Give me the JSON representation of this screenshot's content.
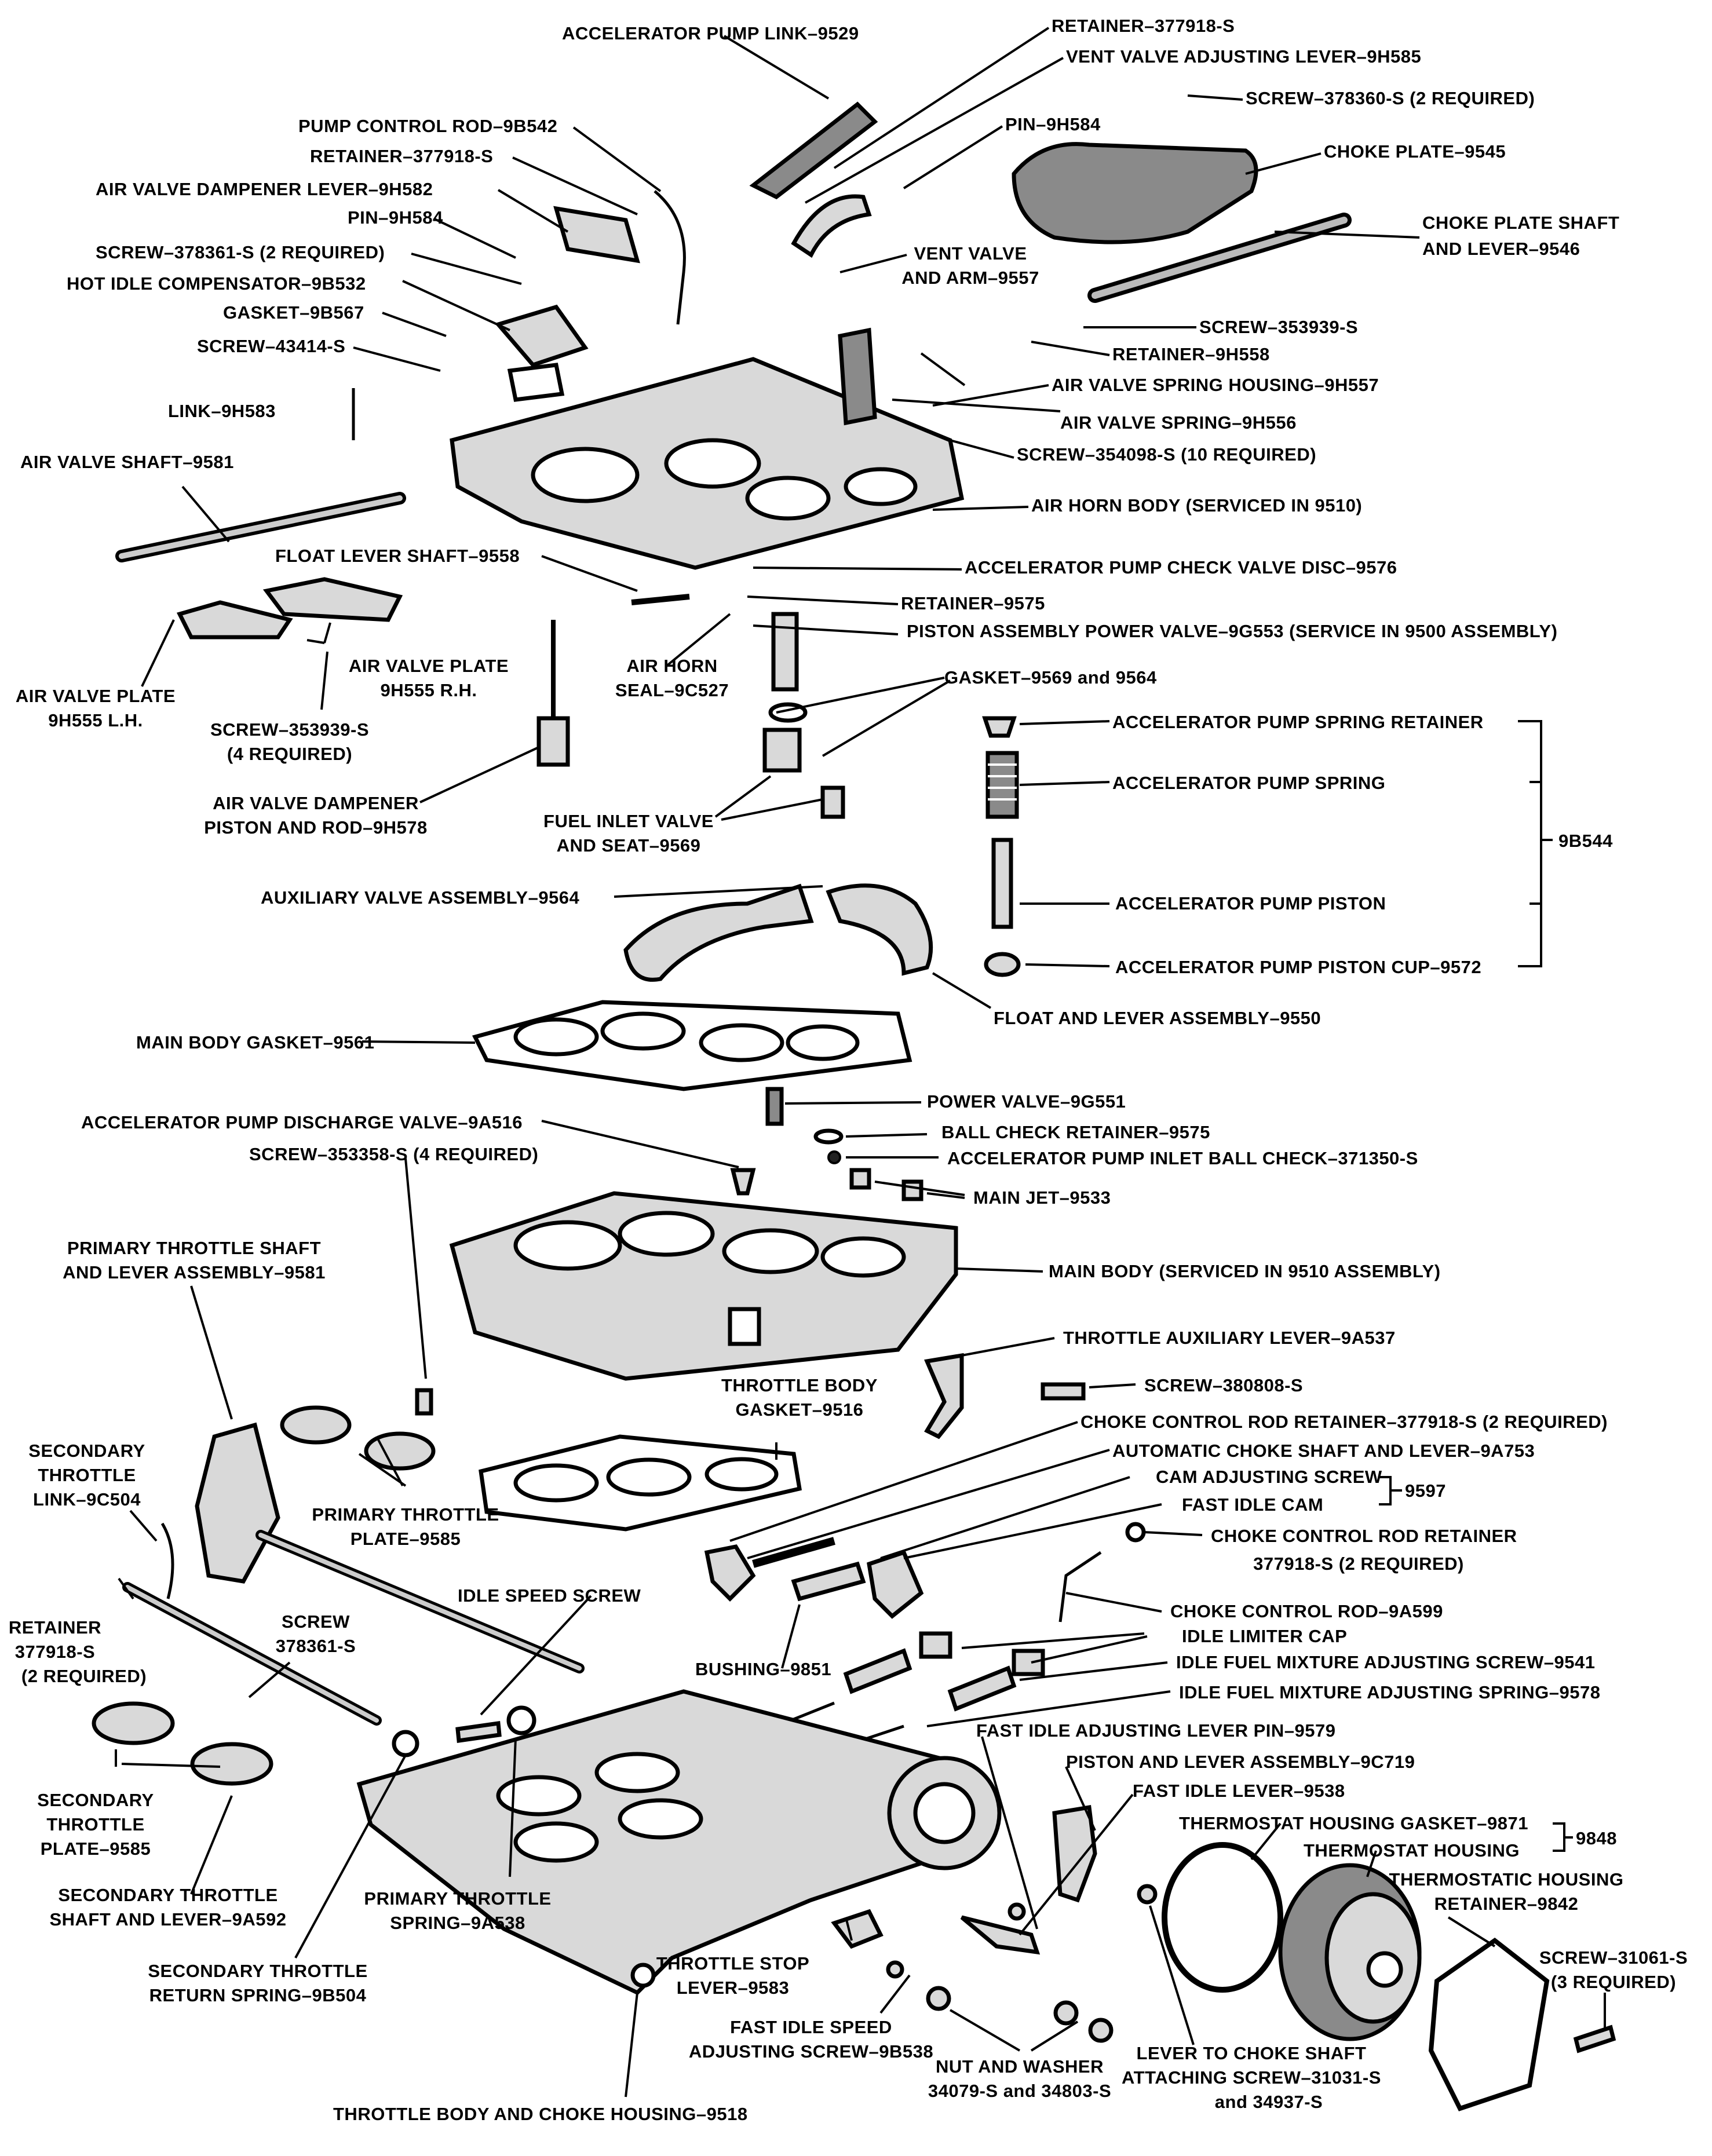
{
  "diagram": {
    "labels": {
      "accelerator_pump_link": "ACCELERATOR PUMP LINK–9529",
      "retainer_top": "RETAINER–377918-S",
      "vent_valve_adjusting_lever": "VENT VALVE ADJUSTING LEVER–9H585",
      "screw_378360": "SCREW–378360-S (2 REQUIRED)",
      "pump_control_rod": "PUMP CONTROL ROD–9B542",
      "pin_top": "PIN–9H584",
      "choke_plate": "CHOKE PLATE–9545",
      "retainer_left": "RETAINER–377918-S",
      "air_valve_dampener_lever": "AIR VALVE DAMPENER LEVER–9H582",
      "choke_plate_shaft_1": "CHOKE PLATE SHAFT",
      "choke_plate_shaft_2": "AND LEVER–9546",
      "pin_left": "PIN–9H584",
      "vent_valve_1": "VENT VALVE",
      "vent_valve_2": "AND ARM–9557",
      "screw_378361_top": "SCREW–378361-S (2 REQUIRED)",
      "hot_idle_compensator": "HOT IDLE COMPENSATOR–9B532",
      "gasket_9b567": "GASKET–9B567",
      "screw_353939_top": "SCREW–353939-S",
      "screw_43414": "SCREW–43414-S",
      "retainer_9h558": "RETAINER–9H558",
      "air_valve_spring_housing": "AIR VALVE SPRING HOUSING–9H557",
      "link_9h583": "LINK–9H583",
      "air_valve_spring": "AIR VALVE SPRING–9H556",
      "screw_354098": "SCREW–354098-S (10 REQUIRED)",
      "air_valve_shaft": "AIR VALVE SHAFT–9581",
      "air_horn_body": "AIR HORN BODY (SERVICED IN 9510)",
      "float_lever_shaft": "FLOAT LEVER SHAFT–9558",
      "accel_pump_check_valve_disc": "ACCELERATOR PUMP CHECK VALVE DISC–9576",
      "retainer_9575": "RETAINER–9575",
      "piston_assembly_power_valve": "PISTON ASSEMBLY POWER VALVE–9G553 (SERVICE IN 9500 ASSEMBLY)",
      "air_valve_plate_rh_1": "AIR VALVE PLATE",
      "air_valve_plate_rh_2": "9H555 R.H.",
      "air_horn_seal_1": "AIR HORN",
      "air_horn_seal_2": "SEAL–9C527",
      "gasket_9569": "GASKET–9569 and 9564",
      "air_valve_plate_lh_1": "AIR VALVE PLATE",
      "air_valve_plate_lh_2": "9H555 L.H.",
      "screw_353939_left_1": "SCREW–353939-S",
      "screw_353939_left_2": "(4 REQUIRED)",
      "accel_pump_spring_retainer": "ACCELERATOR PUMP SPRING RETAINER",
      "accel_pump_spring": "ACCELERATOR PUMP SPRING",
      "air_valve_dampener_1": "AIR VALVE DAMPENER",
      "air_valve_dampener_2": "PISTON AND ROD–9H578",
      "fuel_inlet_valve_1": "FUEL INLET VALVE",
      "fuel_inlet_valve_2": "AND SEAT–9569",
      "group_9b544": "9B544",
      "auxiliary_valve_assembly": "AUXILIARY VALVE ASSEMBLY–9564",
      "accel_pump_piston": "ACCELERATOR PUMP PISTON",
      "accel_pump_piston_cup": "ACCELERATOR PUMP PISTON CUP–9572",
      "float_and_lever": "FLOAT AND LEVER ASSEMBLY–9550",
      "main_body_gasket": "MAIN BODY GASKET–9561",
      "power_valve": "POWER VALVE–9G551",
      "accel_pump_discharge_valve": "ACCELERATOR PUMP DISCHARGE VALVE–9A516",
      "ball_check_retainer": "BALL CHECK RETAINER–9575",
      "accel_pump_inlet_ball_check": "ACCELERATOR PUMP INLET BALL CHECK–371350-S",
      "screw_353358": "SCREW–353358-S (4 REQUIRED)",
      "main_jet": "MAIN JET–9533",
      "primary_throttle_shaft_1": "PRIMARY THROTTLE SHAFT",
      "primary_throttle_shaft_2": "AND LEVER ASSEMBLY–9581",
      "main_body": "MAIN BODY (SERVICED IN 9510 ASSEMBLY)",
      "throttle_auxiliary_lever": "THROTTLE AUXILIARY LEVER–9A537",
      "throttle_body_gasket_1": "THROTTLE BODY",
      "throttle_body_gasket_2": "GASKET–9516",
      "screw_380808": "SCREW–380808-S",
      "secondary_throttle_link_1": "SECONDARY",
      "secondary_throttle_link_2": "THROTTLE",
      "secondary_throttle_link_3": "LINK–9C504",
      "choke_control_rod_retainer_top": "CHOKE CONTROL ROD RETAINER–377918-S (2 REQUIRED)",
      "automatic_choke_shaft": "AUTOMATIC CHOKE SHAFT AND LEVER–9A753",
      "cam_adjusting_screw": "CAM ADJUSTING SCREW",
      "group_9597": "9597",
      "fast_idle_cam": "FAST IDLE CAM",
      "primary_throttle_plate_1": "PRIMARY THROTTLE",
      "primary_throttle_plate_2": "PLATE–9585",
      "choke_control_rod_retainer_1": "CHOKE CONTROL ROD RETAINER",
      "choke_control_rod_retainer_2": "377918-S (2 REQUIRED)",
      "idle_speed_screw": "IDLE SPEED SCREW",
      "retainer_left_1": "RETAINER",
      "retainer_left_2": "377918-S",
      "retainer_left_3": "(2 REQUIRED)",
      "screw_378361_1": "SCREW",
      "screw_378361_2": "378361-S",
      "choke_control_rod": "CHOKE CONTROL ROD–9A599",
      "idle_limiter_cap": "IDLE LIMITER CAP",
      "bushing": "BUSHING–9851",
      "idle_fuel_mixture_screw": "IDLE FUEL MIXTURE ADJUSTING SCREW–9541",
      "idle_fuel_mixture_spring": "IDLE FUEL MIXTURE ADJUSTING SPRING–9578",
      "fast_idle_adjusting_lever_pin": "FAST IDLE ADJUSTING LEVER PIN–9579",
      "piston_and_lever": "PISTON AND LEVER ASSEMBLY–9C719",
      "fast_idle_lever": "FAST IDLE LEVER–9538",
      "secondary_throttle_plate_1": "SECONDARY",
      "secondary_throttle_plate_2": "THROTTLE",
      "secondary_throttle_plate_3": "PLATE–9585",
      "thermostat_housing_gasket": "THERMOSTAT HOUSING GASKET–9871",
      "group_9848": "9848",
      "thermostat_housing": "THERMOSTAT HOUSING",
      "thermostatic_housing_retainer_1": "THERMOSTATIC HOUSING",
      "thermostatic_housing_retainer_2": "RETAINER–9842",
      "secondary_throttle_shaft_1": "SECONDARY THROTTLE",
      "secondary_throttle_shaft_2": "SHAFT AND LEVER–9A592",
      "primary_throttle_spring_1": "PRIMARY THROTTLE",
      "primary_throttle_spring_2": "SPRING–9A538",
      "screw_31061_1": "SCREW–31061-S",
      "screw_31061_2": "(3 REQUIRED)",
      "secondary_throttle_return_spring_1": "SECONDARY THROTTLE",
      "secondary_throttle_return_spring_2": "RETURN SPRING–9B504",
      "throttle_stop_lever_1": "THROTTLE STOP",
      "throttle_stop_lever_2": "LEVER–9583",
      "fast_idle_speed_screw_1": "FAST IDLE SPEED",
      "fast_idle_speed_screw_2": "ADJUSTING SCREW–9B538",
      "lever_to_choke_shaft_1": "LEVER TO CHOKE SHAFT",
      "lever_to_choke_shaft_2": "ATTACHING SCREW–31031-S",
      "lever_to_choke_shaft_3": "and 34937-S",
      "nut_and_washer_1": "NUT AND WASHER",
      "nut_and_washer_2": "34079-S and 34803-S",
      "throttle_body_choke_housing": "THROTTLE BODY AND CHOKE HOUSING–9518"
    }
  }
}
